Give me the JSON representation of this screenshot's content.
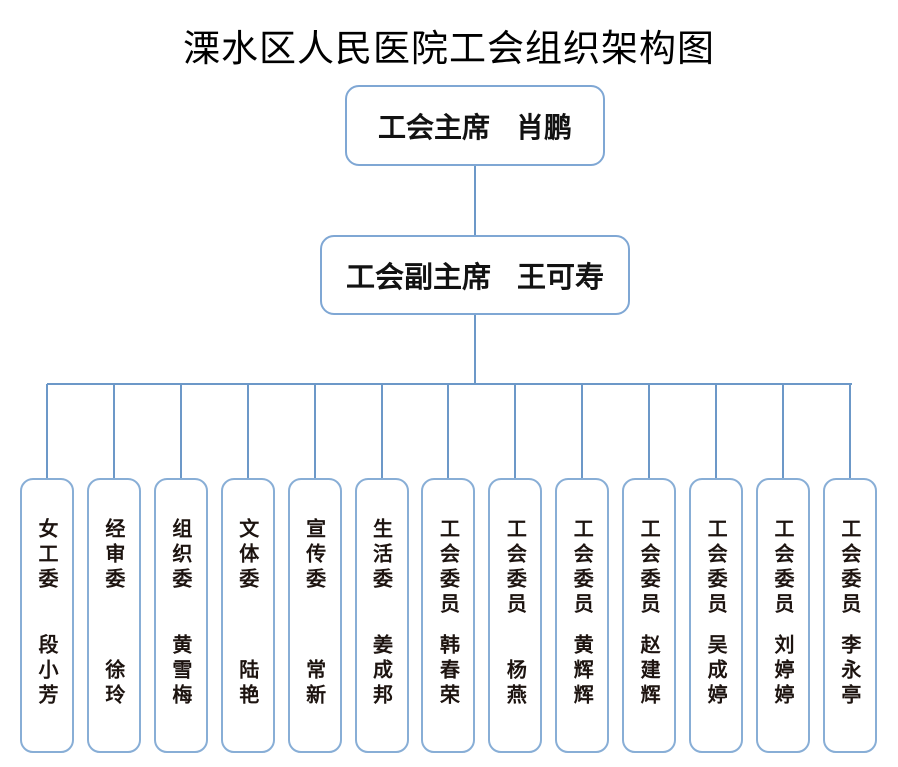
{
  "title": "溧水区人民医院工会组织架构图",
  "colors": {
    "box_border": "#7FA7D4",
    "member_box_border": "#88AED6",
    "connector": "#6C98C8",
    "text": "#121212",
    "background": "#ffffff"
  },
  "org": {
    "chairman": {
      "role": "工会主席",
      "name": "肖鹏"
    },
    "vice_chairman": {
      "role": "工会副主席",
      "name": "王可寿"
    },
    "members": [
      {
        "role": "女工委",
        "name": "段小芳"
      },
      {
        "role": "经审委",
        "name": "徐玲"
      },
      {
        "role": "组织委",
        "name": "黄雪梅"
      },
      {
        "role": "文体委",
        "name": "陆艳"
      },
      {
        "role": "宣传委",
        "name": "常新"
      },
      {
        "role": "生活委",
        "name": "姜成邦"
      },
      {
        "role": "工会委员",
        "name": "韩春荣"
      },
      {
        "role": "工会委员",
        "name": "杨燕"
      },
      {
        "role": "工会委员",
        "name": "黄辉辉"
      },
      {
        "role": "工会委员",
        "name": "赵建辉"
      },
      {
        "role": "工会委员",
        "name": "吴成婷"
      },
      {
        "role": "工会委员",
        "name": "刘婷婷"
      },
      {
        "role": "工会委员",
        "name": "李永亭"
      }
    ]
  }
}
